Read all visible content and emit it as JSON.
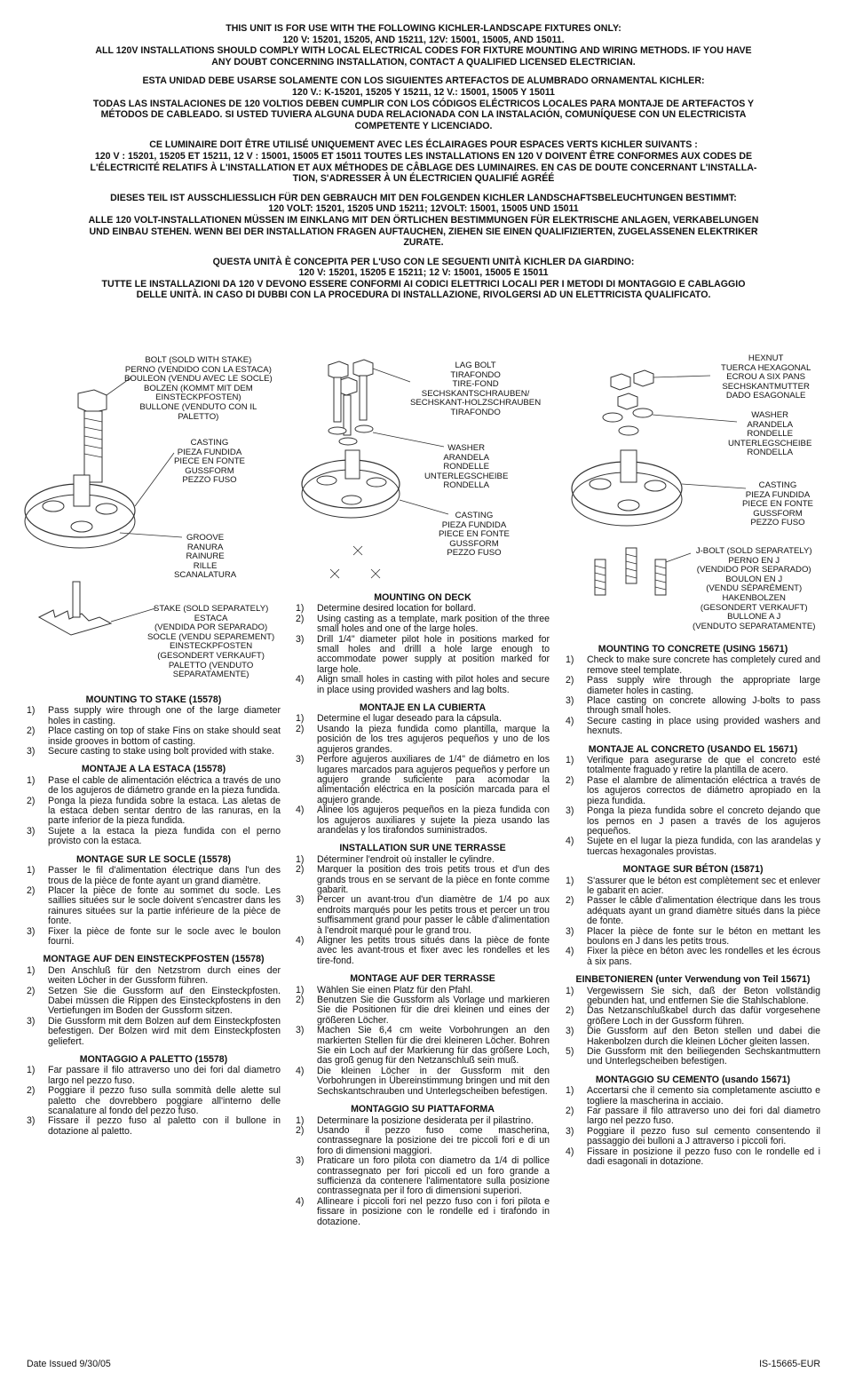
{
  "header": [
    [
      "THIS UNIT IS FOR USE WITH THE FOLLOWING KICHLER-LANDSCAPE FIXTURES ONLY:",
      "120 V: 15201, 15205, AND 15211,  12V: 15001, 15005, AND 15011.",
      "ALL 120V INSTALLATIONS SHOULD COMPLY WITH LOCAL ELECTRICAL CODES FOR FIXTURE MOUNTING AND WIRING METHODS. IF YOU HAVE",
      "ANY DOUBT CONCERNING INSTALLATION, CONTACT A QUALIFIED LICENSED ELECTRICIAN."
    ],
    [
      "ESTA UNIDAD DEBE USARSE SOLAMENTE CON LOS SIGUIENTES ARTEFACTOS DE ALUMBRADO ORNAMENTAL KICHLER:",
      "120 V.: K-15201, 15205 Y 15211, 12 V.: 15001, 15005 Y 15011",
      "TODAS LAS INSTALACIONES DE 120 VOLTIOS DEBEN CUMPLIR CON LOS CÓDIGOS ELÉCTRICOS LOCALES PARA MONTAJE DE ARTEFACTOS Y",
      "MÉTODOS DE CABLEADO. SI USTED TUVIERA ALGUNA DUDA RELACIONADA CON LA INSTALACIÓN, COMUNÍQUESE CON UN ELECTRICISTA",
      "COMPETENTE Y LICENCIADO."
    ],
    [
      "CE LUMINAIRE DOIT ÊTRE UTILISÉ UNIQUEMENT AVEC LES ÉCLAIRAGES POUR ESPACES VERTS KICHLER SUIVANTS :",
      "120 V : 15201, 15205 ET 15211, 12 V : 15001, 15005 ET 15011 TOUTES LES INSTALLATIONS EN 120 V DOIVENT ÊTRE CONFORMES AUX CODES DE",
      "L'ÉLECTRICITÉ RELATIFS À L'INSTALLATION ET AUX MÉTHODES DE CÂBLAGE DES LUMINAIRES. EN CAS DE DOUTE CONCERNANT L'INSTALLA-",
      "TION, S'ADRESSER À UN ÉLECTRICIEN QUALIFIÉ AGRÉÉ"
    ],
    [
      "DIESES TEIL IST AUSSCHLIESSLICH FÜR DEN GEBRAUCH MIT DEN FOLGENDEN KICHLER LANDSCHAFTSBELEUCHTUNGEN BESTIMMT:",
      "120 VOLT: 15201, 15205 UND 15211; 12VOLT: 15001, 15005 UND 15011",
      "ALLE 120 VOLT-INSTALLATIONEN MÜSSEN IM EINKLANG MIT DEN ÖRTLICHEN BESTIMMUNGEN FÜR ELEKTRISCHE ANLAGEN, VERKABELUNGEN",
      "UND EINBAU STEHEN. WENN BEI DER INSTALLATION FRAGEN AUFTAUCHEN, ZIEHEN SIE EINEN QUALIFIZIERTEN, ZUGELASSENEN ELEKTRIKER",
      "ZURATE."
    ],
    [
      "QUESTA UNITÀ È CONCEPITA PER L'USO CON LE SEGUENTI UNITÀ KICHLER DA GIARDINO:",
      "120 V: 15201, 15205 E 15211; 12 V: 15001, 15005 E 15011",
      "TUTTE LE INSTALLAZIONI DA 120 V DEVONO ESSERE CONFORMI AI CODICI ELETTRICI LOCALI PER I METODI DI MONTAGGIO E CABLAGGIO",
      "DELLE UNITÀ. IN CASO DI DUBBI CON LA PROCEDURA DI INSTALLAZIONE, RIVOLGERSI AD UN ELETTRICISTA QUALIFICATO."
    ]
  ],
  "labels": {
    "bolt": [
      "BOLT (SOLD WITH STAKE)",
      "PERNO (VENDIDO CON LA ESTACA)",
      "BOULEON (VENDU AVEC LE SOCLE)",
      "BOLZEN (KOMMT MIT DEM",
      "EINSTECKPFOSTEN)",
      "BULLONE (VENDUTO CON IL",
      "PALETTO)"
    ],
    "casting1": [
      "CASTING",
      "PIEZA FUNDIDA",
      "PIECE EN FONTE",
      "GUSSFORM",
      "PEZZO FUSO"
    ],
    "groove": [
      "GROOVE",
      "RANURA",
      "RAINURE",
      "RILLE",
      "SCANALATURA"
    ],
    "stake": [
      "STAKE (SOLD SEPARATELY)",
      "ESTACA",
      "(VENDIDA POR SEPARADO)",
      "SOCLE (VENDU SEPAREMENT)",
      "EINSTECKPFOSTEN",
      "(GESONDERT VERKAUFT)",
      "PALETTO (VENDUTO",
      "SEPARATAMENTE)"
    ],
    "lagbolt": [
      "LAG BOLT",
      "TIRAFONDO",
      "TIRE-FOND",
      "SECHSKANTSCHRAUBEN/",
      "SECHSKANT-HOLZSCHRAUBEN",
      "TIRAFONDO"
    ],
    "washer2": [
      "WASHER",
      "ARANDELA",
      "RONDELLE",
      "UNTERLEGSCHEIBE",
      "RONDELLA"
    ],
    "casting2": [
      "CASTING",
      "PIEZA FUNDIDA",
      "PIECE EN FONTE",
      "GUSSFORM",
      "PEZZO FUSO"
    ],
    "hexnut": [
      "HEXNUT",
      "TUERCA HEXAGONAL",
      "ECROU A SIX PANS",
      "SECHSKANTMUTTER",
      "DADO ESAGONALE"
    ],
    "washer3": [
      "WASHER",
      "ARANDELA",
      "RONDELLE",
      "UNTERLEGSCHEIBE",
      "RONDELLA"
    ],
    "casting3": [
      "CASTING",
      "PIEZA FUNDIDA",
      "PIECE EN FONTE",
      "GUSSFORM",
      "PEZZO FUSO"
    ],
    "jbolt": [
      "J-BOLT (SOLD SEPARATELY)",
      "PERNO EN J",
      "(VENDIDO POR SEPARADO)",
      "BOULON EN J",
      "(VENDU SÉPARÉMENT)",
      "HAKENBOLZEN",
      "(GESONDERT VERKAUFT)",
      "BULLONE A J",
      "(VENDUTO SEPARATAMENTE)"
    ]
  },
  "col1": [
    {
      "title": "MOUNTING TO STAKE (15578)",
      "items": [
        [
          "1)",
          "Pass supply wire through one of the large diameter holes in casting."
        ],
        [
          "2)",
          "Place casting on top of stake Fins on stake should seat inside grooves in bottom of casting."
        ],
        [
          "3)",
          "Secure casting to stake using bolt provided with stake."
        ]
      ]
    },
    {
      "title": "MONTAJE A LA ESTACA (15578)",
      "items": [
        [
          "1)",
          "Pase el cable de alimentación eléctrica a través de uno de los agujeros de diámetro grande en la pieza fundida."
        ],
        [
          "2)",
          "Ponga la pieza fundida sobre la estaca. Las aletas de la estaca deben sentar dentro de las ranuras, en la parte inferior de la pieza fundida."
        ],
        [
          "3)",
          "Sujete a la estaca la pieza fundida con el perno provisto con la estaca."
        ]
      ]
    },
    {
      "title": "MONTAGE SUR LE SOCLE (15578)",
      "items": [
        [
          "1)",
          "Passer le fil d'alimentation électrique dans l'un des trous de la pièce de fonte ayant un grand diamètre."
        ],
        [
          "2)",
          "Placer la pièce de fonte au sommet du socle. Les saillies situées sur le socle doivent s'encastrer dans les rainures situées sur la partie inférieure de la pièce de fonte."
        ],
        [
          "3)",
          "Fixer la pièce de fonte sur le socle avec le boulon fourni."
        ]
      ]
    },
    {
      "title": "MONTAGE AUF DEN EINSTECKPFOSTEN (15578)",
      "items": [
        [
          "1)",
          "Den Anschluß für den Netzstrom durch eines der weiten Löcher in der Gussform führen."
        ],
        [
          "2)",
          "Setzen Sie die Gussform auf den Einsteckpfosten. Dabei müssen die Rippen des Einsteckpfostens in den Vertiefungen im Boden der Gussform sitzen."
        ],
        [
          "3)",
          "Die Gussform mit dem Bolzen auf dem Einsteckpfosten befestigen. Der Bolzen wird mit dem Einsteckpfosten geliefert."
        ]
      ]
    },
    {
      "title": "MONTAGGIO A PALETTO (15578)",
      "items": [
        [
          "1)",
          "Far passare il filo attraverso uno dei fori dal diametro largo nel pezzo fuso."
        ],
        [
          "2)",
          "Poggiare il pezzo fuso sulla sommità delle alette sul paletto che dovrebbero poggiare all'interno delle scanalature al fondo del pezzo fuso."
        ],
        [
          "3)",
          "Fissare il pezzo fuso al paletto con il bullone in dotazione al paletto."
        ]
      ]
    }
  ],
  "col2": [
    {
      "title": "MOUNTING ON DECK",
      "items": [
        [
          "1)",
          "Determine desired location for bollard."
        ],
        [
          "2)",
          "Using casting as a template, mark position of the three small holes and one of the large holes."
        ],
        [
          "3)",
          "Drill 1/4\" diameter pilot hole in positions marked for small holes and drilll a hole large enough to accommodate power supply at position marked for large hole."
        ],
        [
          "4)",
          "Align small holes in casting with pilot holes and secure in place using provided washers and lag bolts."
        ]
      ]
    },
    {
      "title": "MONTAJE EN LA CUBIERTA",
      "items": [
        [
          "1)",
          "Determine el lugar deseado para la cápsula."
        ],
        [
          "2)",
          "Usando la pieza fundida como plantilla, marque la posición de los tres agujeros pequeños y uno de los agujeros grandes."
        ],
        [
          "3)",
          "Perfore agujeros auxiliares de 1/4\" de diámetro en los lugares marcados para agujeros pequeños y perfore un agujero grande suficiente para acomodar la alimentación eléctrica en la posición marcada para el agujero grande."
        ],
        [
          "4)",
          "Alinee los agujeros pequeños en la pieza fundida con los agujeros auxiliares y sujete la pieza usando las arandelas y los tirafondos suministrados."
        ]
      ]
    },
    {
      "title": "INSTALLATION SUR UNE TERRASSE",
      "items": [
        [
          "1)",
          "Déterminer l'endroit où installer le cylindre."
        ],
        [
          "2)",
          "Marquer la position des trois petits trous et d'un des grands trous en se servant de la pièce en fonte comme gabarit."
        ],
        [
          "3)",
          "Percer un avant-trou d'un diamètre de 1/4 po aux endroits marqués pour les petits trous et percer un trou suffisamment grand pour passer le câble d'alimentation à l'endroit marqué pour le grand trou."
        ],
        [
          "4)",
          "Aligner les petits trous situés dans la pièce de fonte avec les avant-trous et fixer avec les rondelles et les tire-fond."
        ]
      ]
    },
    {
      "title": "MONTAGE AUF DER TERRASSE",
      "items": [
        [
          "1)",
          "Wählen Sie einen Platz für den Pfahl."
        ],
        [
          "2)",
          "Benutzen Sie die Gussform als Vorlage und markieren Sie die Positionen für die drei kleinen und eines der größeren Löcher."
        ],
        [
          "3)",
          "Machen Sie 6,4 cm weite Vorbohrungen an den markierten Stellen für die drei kleineren Löcher. Bohren Sie ein Loch auf der Markierung für das größere Loch, das groß genug für den Netzanschluß sein muß."
        ],
        [
          "4)",
          "Die kleinen Löcher in der Gussform mit den Vorbohrungen in Übereinstimmung bringen und mit den Sechskantschrauben und Unterlegscheiben befestigen."
        ]
      ]
    },
    {
      "title": "MONTAGGIO SU PIATTAFORMA",
      "items": [
        [
          "1)",
          "Determinare la posizione desiderata per il pilastrino."
        ],
        [
          "2)",
          "Usando il pezzo fuso come mascherina, contrassegnare la posizione dei tre piccoli fori e di un foro di dimensioni maggiori."
        ],
        [
          "3)",
          "Praticare un foro pilota con diametro da 1/4 di pollice contrassegnato per fori piccoli ed un foro grande a sufficienza da contenere l'alimentatore sulla posizione contrassegnata per il foro di dimensioni superiori."
        ],
        [
          "4)",
          "Allineare i piccoli fori nel pezzo fuso con i fori pilota e fissare in posizione con le rondelle ed i tirafondo in dotazione."
        ]
      ]
    }
  ],
  "col3": [
    {
      "title": "MOUNTING TO CONCRETE (USING 15671)",
      "items": [
        [
          "1)",
          "Check to make sure concrete has completely cured and remove steel template."
        ],
        [
          "2)",
          "Pass supply wire through the appropriate large diameter holes in casting."
        ],
        [
          "3)",
          "Place casting on concrete allowing J-bolts to pass through small holes."
        ],
        [
          "4)",
          "Secure casting in place using provided washers and hexnuts."
        ]
      ]
    },
    {
      "title": "MONTAJE AL CONCRETO (USANDO EL 15671)",
      "items": [
        [
          "1)",
          "Verifique para asegurarse de que el concreto esté totalmente fraguado y retire la plantilla de acero."
        ],
        [
          "2)",
          "Pase el alambre de alimentación eléctrica a través de los agujeros correctos de diámetro apropiado en la pieza fundida."
        ],
        [
          "3)",
          "Ponga la pieza fundida sobre el concreto dejando que los pernos en J pasen a través de los agujeros pequeños."
        ],
        [
          "4)",
          "Sujete en el lugar la pieza fundida, con las arandelas y tuercas hexagonales provistas."
        ]
      ]
    },
    {
      "title": "MONTAGE SUR BÉTON (15871)",
      "items": [
        [
          "1)",
          "S'assurer que le béton est complètement sec et enlever le gabarit en acier."
        ],
        [
          "2)",
          "Passer le câble d'alimentation électrique dans les trous adéquats ayant un grand diamètre situés dans la pièce de fonte."
        ],
        [
          "3)",
          "Placer la pièce de fonte sur le béton en mettant les boulons en J dans les petits trous."
        ],
        [
          "4)",
          "Fixer la pièce en béton avec les rondelles et les écrous à six pans."
        ]
      ]
    },
    {
      "title": "EINBETONIEREN (unter Verwendung von Teil 15671)",
      "items": [
        [
          "1)",
          "Vergewissern Sie sich, daß der Beton vollständig gebunden hat, und entfernen Sie die Stahlschablone."
        ],
        [
          "2)",
          "Das Netzanschlußkabel durch das dafür vorgesehene größere Loch in der Gussform führen."
        ],
        [
          "3)",
          "Die Gussform auf den Beton stellen und dabei die Hakenbolzen durch die kleinen Löcher gleiten lassen."
        ],
        [
          "5)",
          "Die Gussform mit den beiliegenden Sechskantmuttern und Unterlegscheiben befestigen."
        ]
      ]
    },
    {
      "title": "MONTAGGIO SU CEMENTO (usando 15671)",
      "items": [
        [
          "1)",
          "Accertarsi che il cemento sia completamente asciutto e togliere la mascherina in acciaio."
        ],
        [
          "2)",
          "Far passare il filo attraverso uno dei fori dal diametro largo nel pezzo fuso."
        ],
        [
          "3)",
          "Poggiare il pezzo fuso sul cemento consentendo il passaggio dei bulloni a J attraverso i piccoli fori."
        ],
        [
          "4)",
          "Fissare in posizione il pezzo fuso con le rondelle ed i dadi esagonali in dotazione."
        ]
      ]
    }
  ],
  "footer": {
    "date": "Date Issued 9/30/05",
    "code": "IS-15665-EUR"
  }
}
